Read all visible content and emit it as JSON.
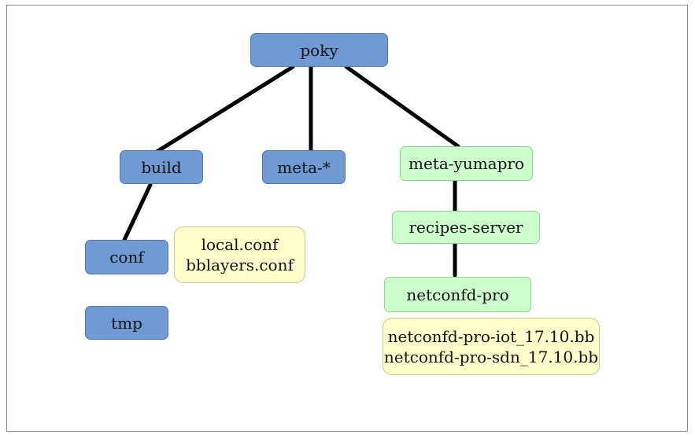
{
  "diagram": {
    "nodes": {
      "poky": {
        "label": "poky",
        "color": "#6f9ad3"
      },
      "build": {
        "label": "build",
        "color": "#6f9ad3"
      },
      "meta": {
        "label": "meta-*",
        "color": "#6f9ad3"
      },
      "meta_yumapro": {
        "label": "meta-yumapro",
        "color": "#ccffcc"
      },
      "conf": {
        "label": "conf",
        "color": "#6f9ad3"
      },
      "tmp": {
        "label": "tmp",
        "color": "#6f9ad3"
      },
      "recipes_server": {
        "label": "recipes-server",
        "color": "#ccffcc"
      },
      "netconfd_pro": {
        "label": "netconfd-pro",
        "color": "#ccffcc"
      },
      "conf_files": {
        "lines": [
          "local.conf",
          "bblayers.conf"
        ],
        "color": "#ffffcc"
      },
      "bb_files": {
        "lines": [
          "netconfd-pro-iot_17.10.bb",
          "netconfd-pro-sdn_17.10.bb"
        ],
        "color": "#ffffcc"
      }
    },
    "edges": [
      {
        "from": "poky",
        "to": "build"
      },
      {
        "from": "poky",
        "to": "meta"
      },
      {
        "from": "poky",
        "to": "meta_yumapro"
      },
      {
        "from": "build",
        "to": "conf"
      },
      {
        "from": "meta_yumapro",
        "to": "recipes_server"
      },
      {
        "from": "recipes_server",
        "to": "netconfd_pro"
      }
    ],
    "edge_color": "#000000"
  }
}
